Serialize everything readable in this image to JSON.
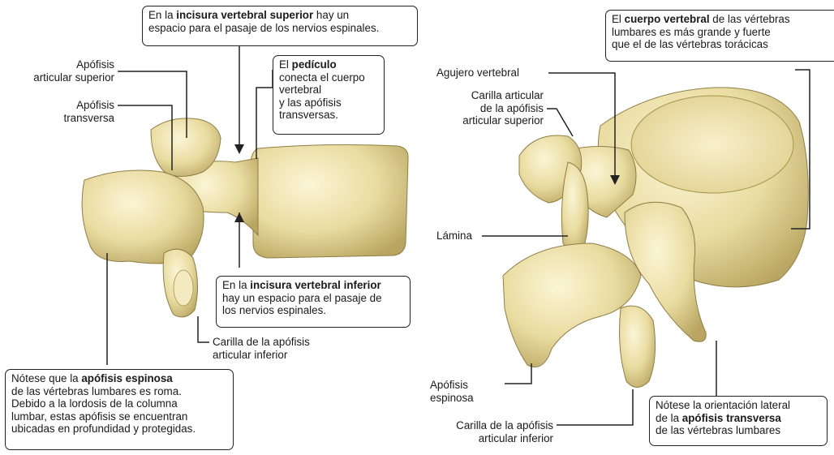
{
  "left_view": {
    "callout_superior_notch": {
      "pre": "En la ",
      "bold": "incisura vertebral superior",
      "post_line1": " hay un",
      "line2": "espacio para el pasaje de los nervios espinales."
    },
    "callout_pedicle": {
      "pre": "El ",
      "bold": "pedículo",
      "lines": [
        "conecta el cuerpo",
        "vertebral",
        "y las apófisis",
        "transversas."
      ]
    },
    "callout_inferior_notch": {
      "pre": "En la ",
      "bold": "incisura vertebral inferior",
      "lines": [
        "hay un espacio para el pasaje de",
        "los nervios espinales."
      ]
    },
    "callout_spinous": {
      "pre": "Nótese que la ",
      "bold": "apófisis espinosa",
      "lines": [
        "de las vértebras lumbares es roma.",
        "Debido a la lordosis de la columna",
        "lumbar, estas apófisis se encuentran",
        "ubicadas en profundidad y protegidas."
      ]
    },
    "label_sup_articular": [
      "Apófisis",
      "articular superior"
    ],
    "label_transverse": [
      "Apófisis",
      "transversa"
    ],
    "label_inf_facet": [
      "Carilla de la apófisis",
      "articular inferior"
    ]
  },
  "right_view": {
    "callout_body": {
      "pre": "El ",
      "bold": "cuerpo vertebral",
      "post_line1": " de las vértebras",
      "lines": [
        "lumbares es más grande y fuerte",
        "que el de las vértebras torácicas"
      ]
    },
    "callout_transverse": {
      "line1": "Nótese la orientación lateral",
      "pre": "de la ",
      "bold": "apófisis transversa",
      "line3": "de las vértebras lumbares"
    },
    "label_foramen": "Agujero vertebral",
    "label_sup_facet": [
      "Carilla articular",
      "de la apófisis",
      "articular superior"
    ],
    "label_lamina": "Lámina",
    "label_spinous": [
      "Apófisis",
      "espinosa"
    ],
    "label_inf_facet": [
      "Carilla de la apófisis",
      "articular inferior"
    ]
  },
  "colors": {
    "bone": "#e9dca0",
    "bone_light": "#f6efc8",
    "bone_shadow": "#b7a462",
    "outline": "#222222"
  }
}
